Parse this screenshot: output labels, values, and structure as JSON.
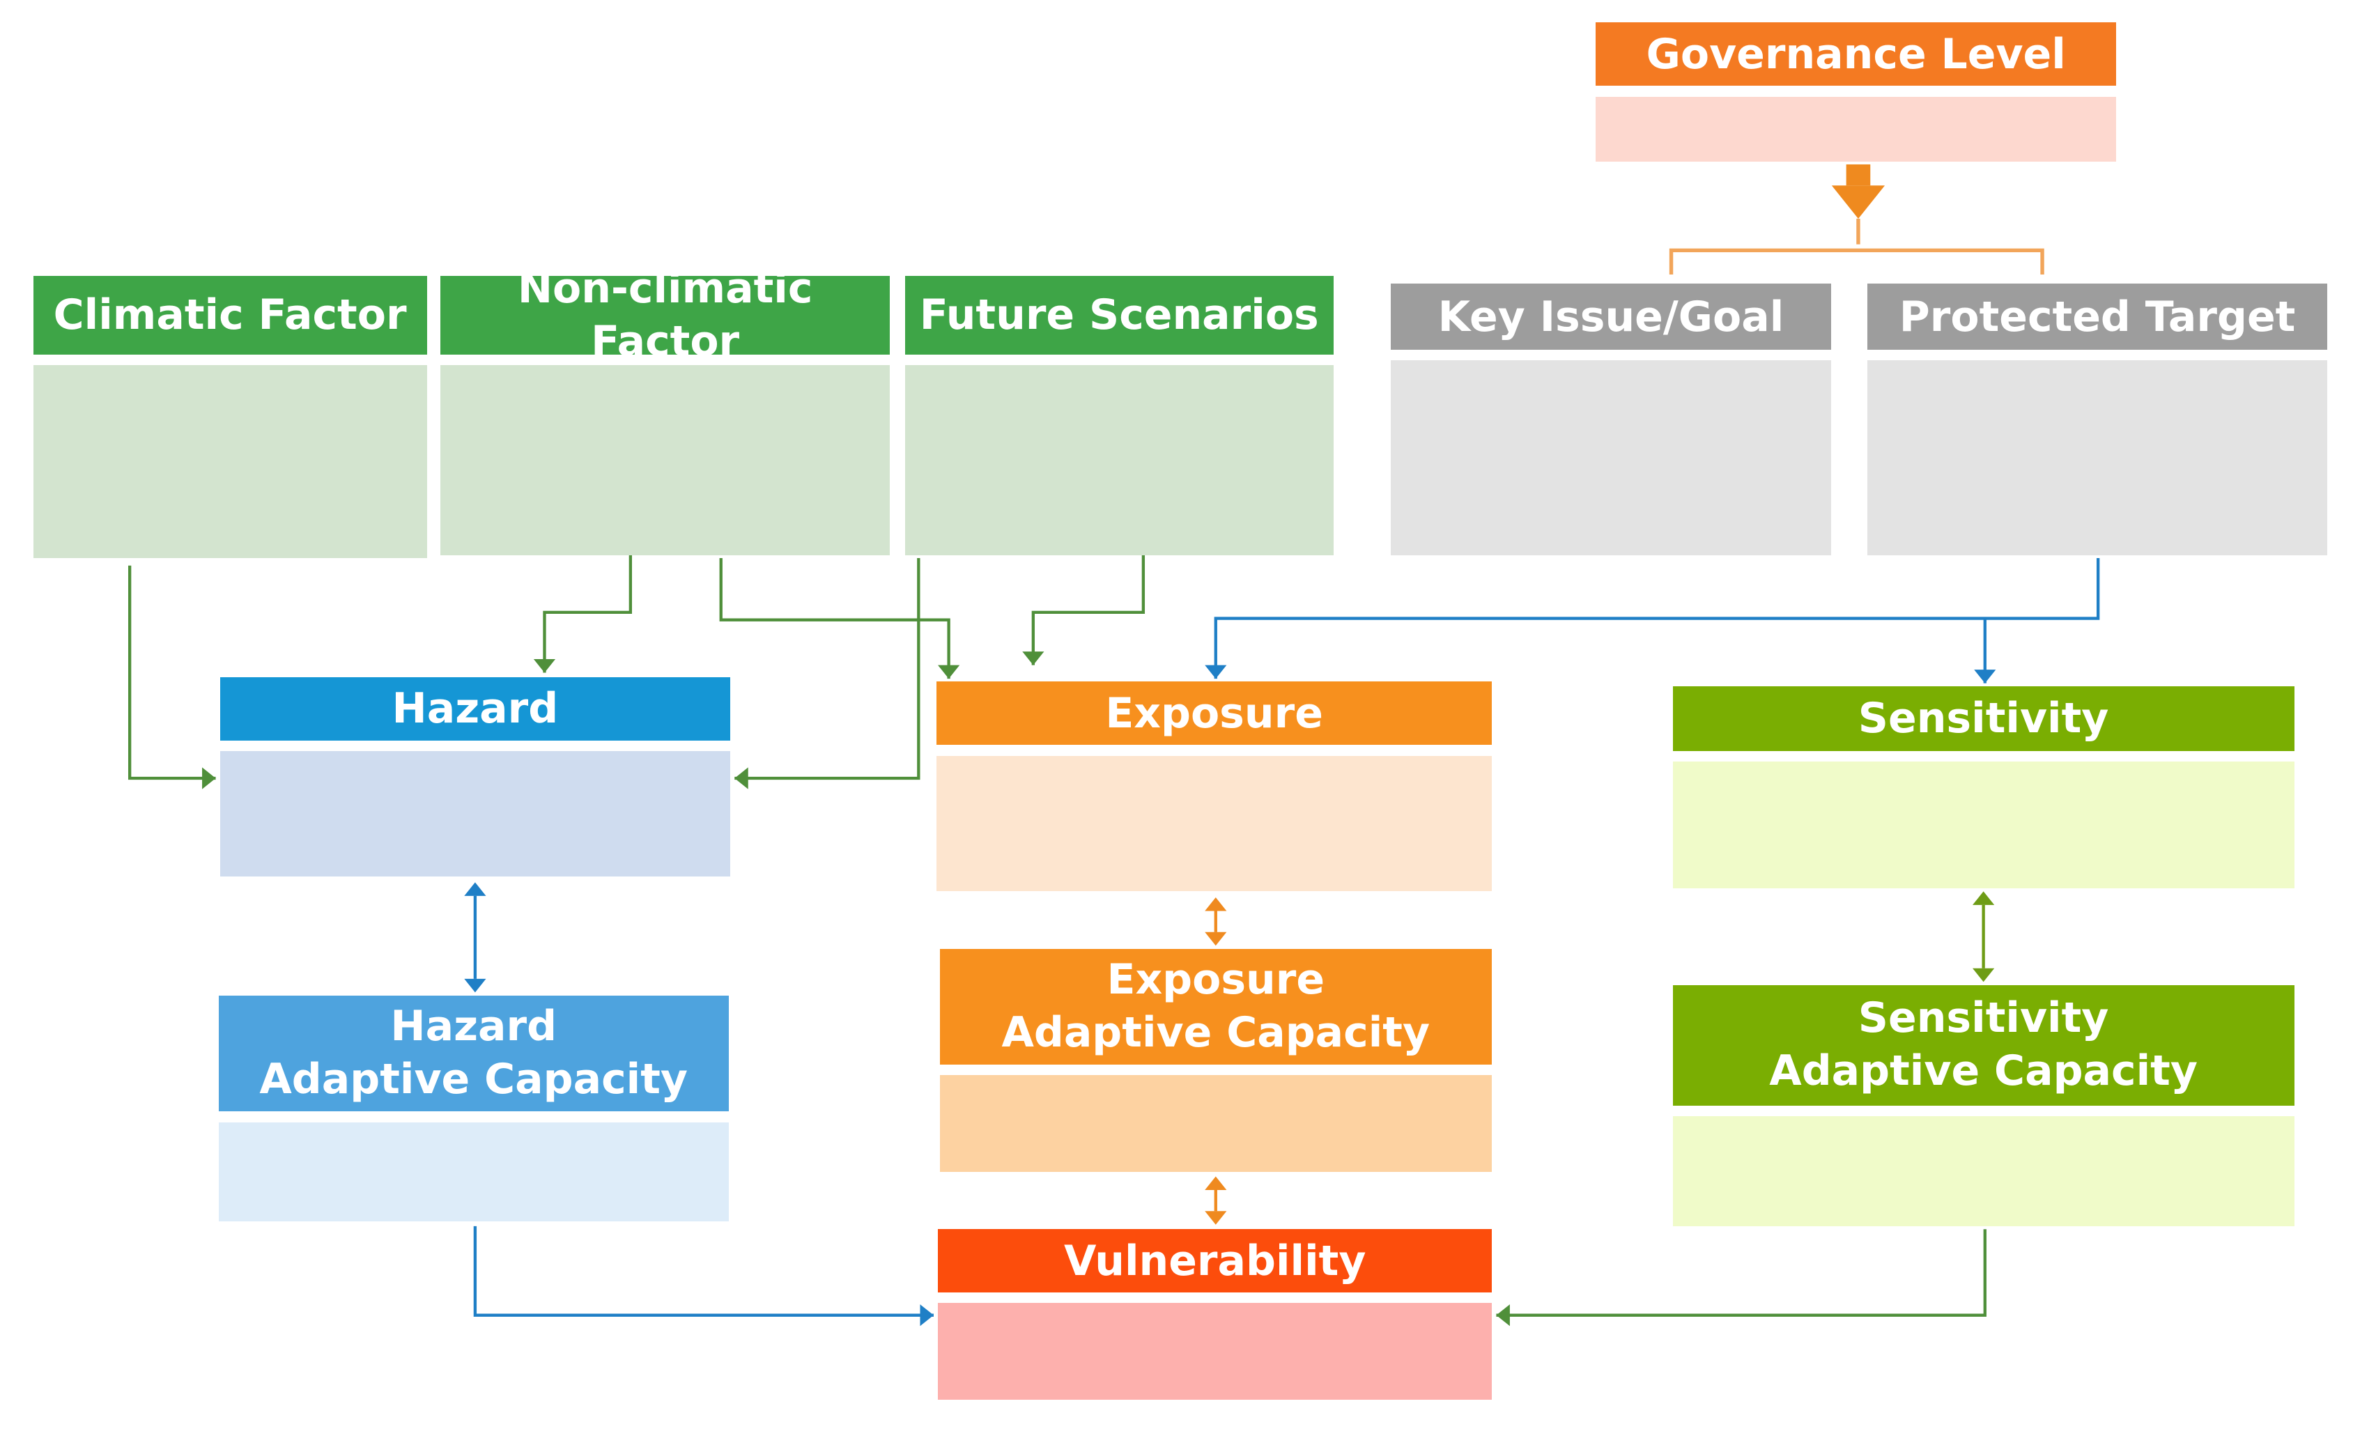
{
  "diagram": {
    "nodes": [
      {
        "id": "governance",
        "label": "Governance Level",
        "header": "#f47a22",
        "fill": "#fdd8cf"
      },
      {
        "id": "climatic",
        "label": "Climatic Factor",
        "header": "#3ea547",
        "fill": "#d3e4cf"
      },
      {
        "id": "nonclimatic",
        "label": "Non-climatic Factor",
        "header": "#3ea547",
        "fill": "#d3e4cf"
      },
      {
        "id": "future",
        "label": "Future Scenarios",
        "header": "#3ea547",
        "fill": "#d3e4cf"
      },
      {
        "id": "keyissue",
        "label": "Key Issue/Goal",
        "header": "#9d9d9d",
        "fill": "#e3e3e3"
      },
      {
        "id": "protected",
        "label": "Protected Target",
        "header": "#9d9d9d",
        "fill": "#e3e3e3"
      },
      {
        "id": "hazard",
        "label": "Hazard",
        "header": "#1596d5",
        "fill": "#cfdcef"
      },
      {
        "id": "exposure",
        "label": "Exposure",
        "header": "#f7901e",
        "fill": "#fde5cf"
      },
      {
        "id": "sensitivity",
        "label": "Sensitivity",
        "header": "#7aae02",
        "fill": "#f0fbc9"
      },
      {
        "id": "hazard_ac",
        "label": "Hazard\nAdaptive Capacity",
        "header": "#4ea3de",
        "fill": "#ddecf9"
      },
      {
        "id": "exposure_ac",
        "label": "Exposure\nAdaptive Capacity",
        "header": "#f7901e",
        "fill": "#fdd2a1"
      },
      {
        "id": "sensitivity_ac",
        "label": "Sensitivity\nAdaptive Capacity",
        "header": "#7aae02",
        "fill": "#f0fbc9"
      },
      {
        "id": "vulnerability",
        "label": "Vulnerability",
        "header": "#fc4d0c",
        "fill": "#fdb0ad"
      }
    ],
    "connector_colors": {
      "green": "#4f8f3a",
      "blue": "#1f7fc6",
      "orange": "#ef8a1f",
      "bracket": "#f2a55a",
      "olive": "#6e9c16"
    }
  }
}
